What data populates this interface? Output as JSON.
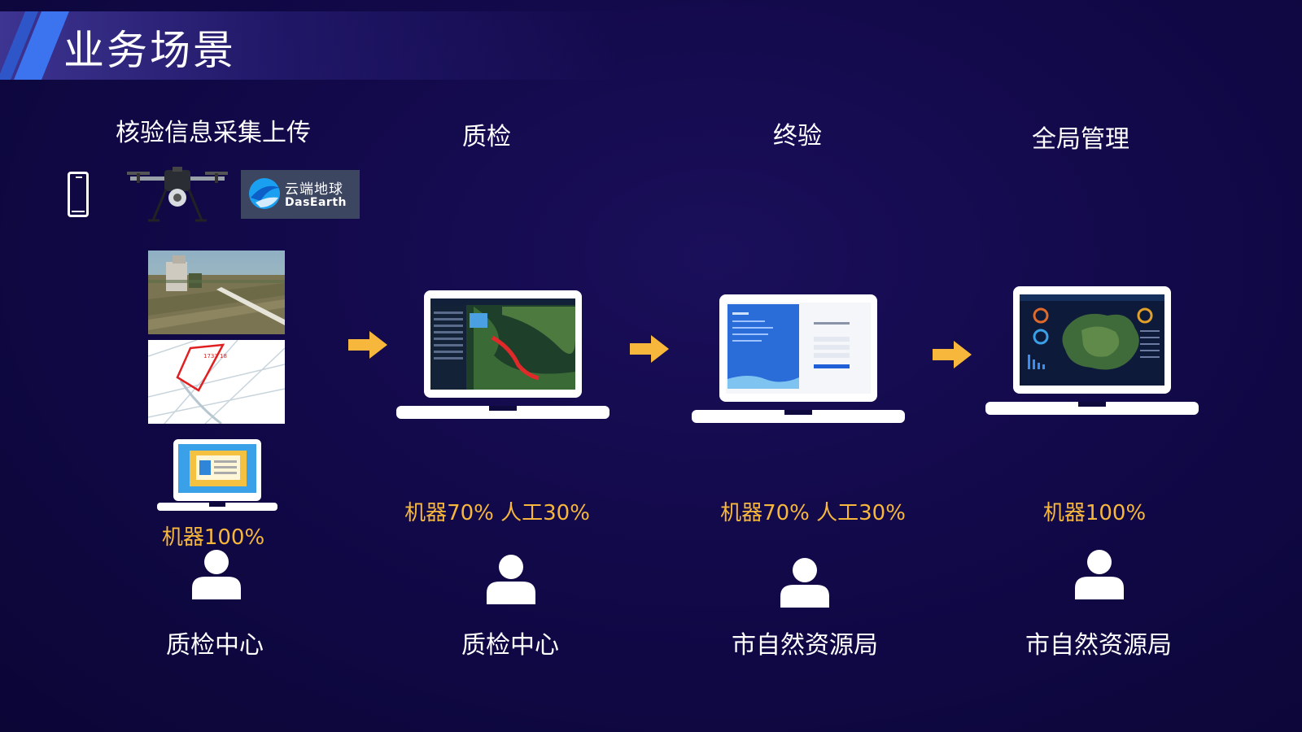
{
  "page_title": "业务场景",
  "logo": {
    "cn": "云端地球",
    "en": "DasEarth"
  },
  "stages": [
    {
      "title": "核验信息采集上传",
      "ratio": "机器100%",
      "role": "质检中心"
    },
    {
      "title": "质检",
      "ratio": "机器70%  人工30%",
      "role": "质检中心"
    },
    {
      "title": "终验",
      "ratio": "机器70%  人工30%",
      "role": "市自然资源局"
    },
    {
      "title": "全局管理",
      "ratio": "机器100%",
      "role": "市自然资源局"
    }
  ],
  "colors": {
    "accent": "#f6b73c",
    "background": "#12094a",
    "text": "#ffffff"
  },
  "icons": [
    "phone-icon",
    "drone-icon",
    "arrow-right-icon",
    "user-icon",
    "laptop-icon"
  ]
}
